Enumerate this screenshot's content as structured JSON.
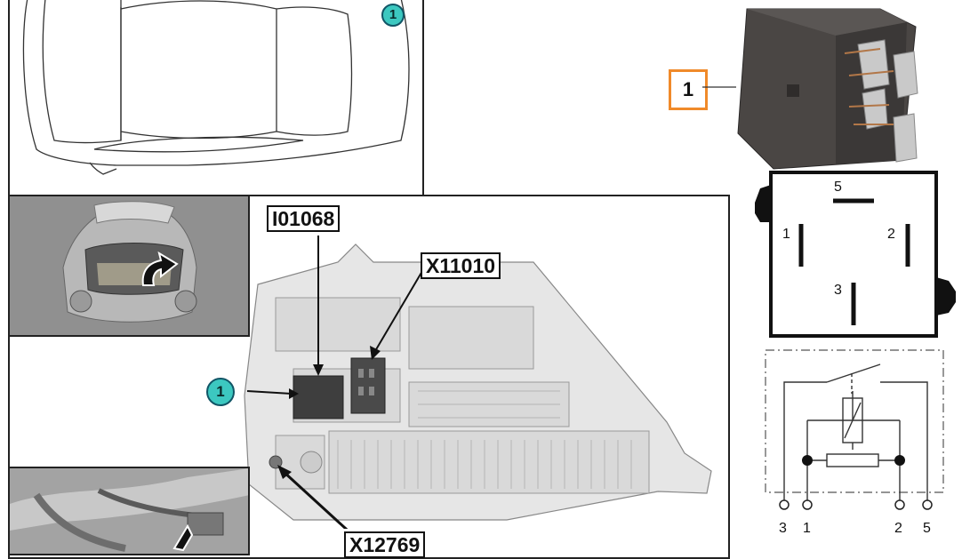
{
  "callouts": {
    "car_top_badge": "1",
    "fusebox_badge": "1",
    "relay_box": "1"
  },
  "labels": {
    "i01068": "I01068",
    "x11010": "X11010",
    "x12769": "X12769"
  },
  "pinout": {
    "pin5": "5",
    "pin1": "1",
    "pin2": "2",
    "pin3": "3"
  },
  "schematic": {
    "terminals": [
      "3",
      "1",
      "2",
      "5"
    ]
  },
  "colors": {
    "callout_badge": "#3cc8c0",
    "highlight_box": "#f08a2a",
    "relay_body": "#4a4644"
  }
}
